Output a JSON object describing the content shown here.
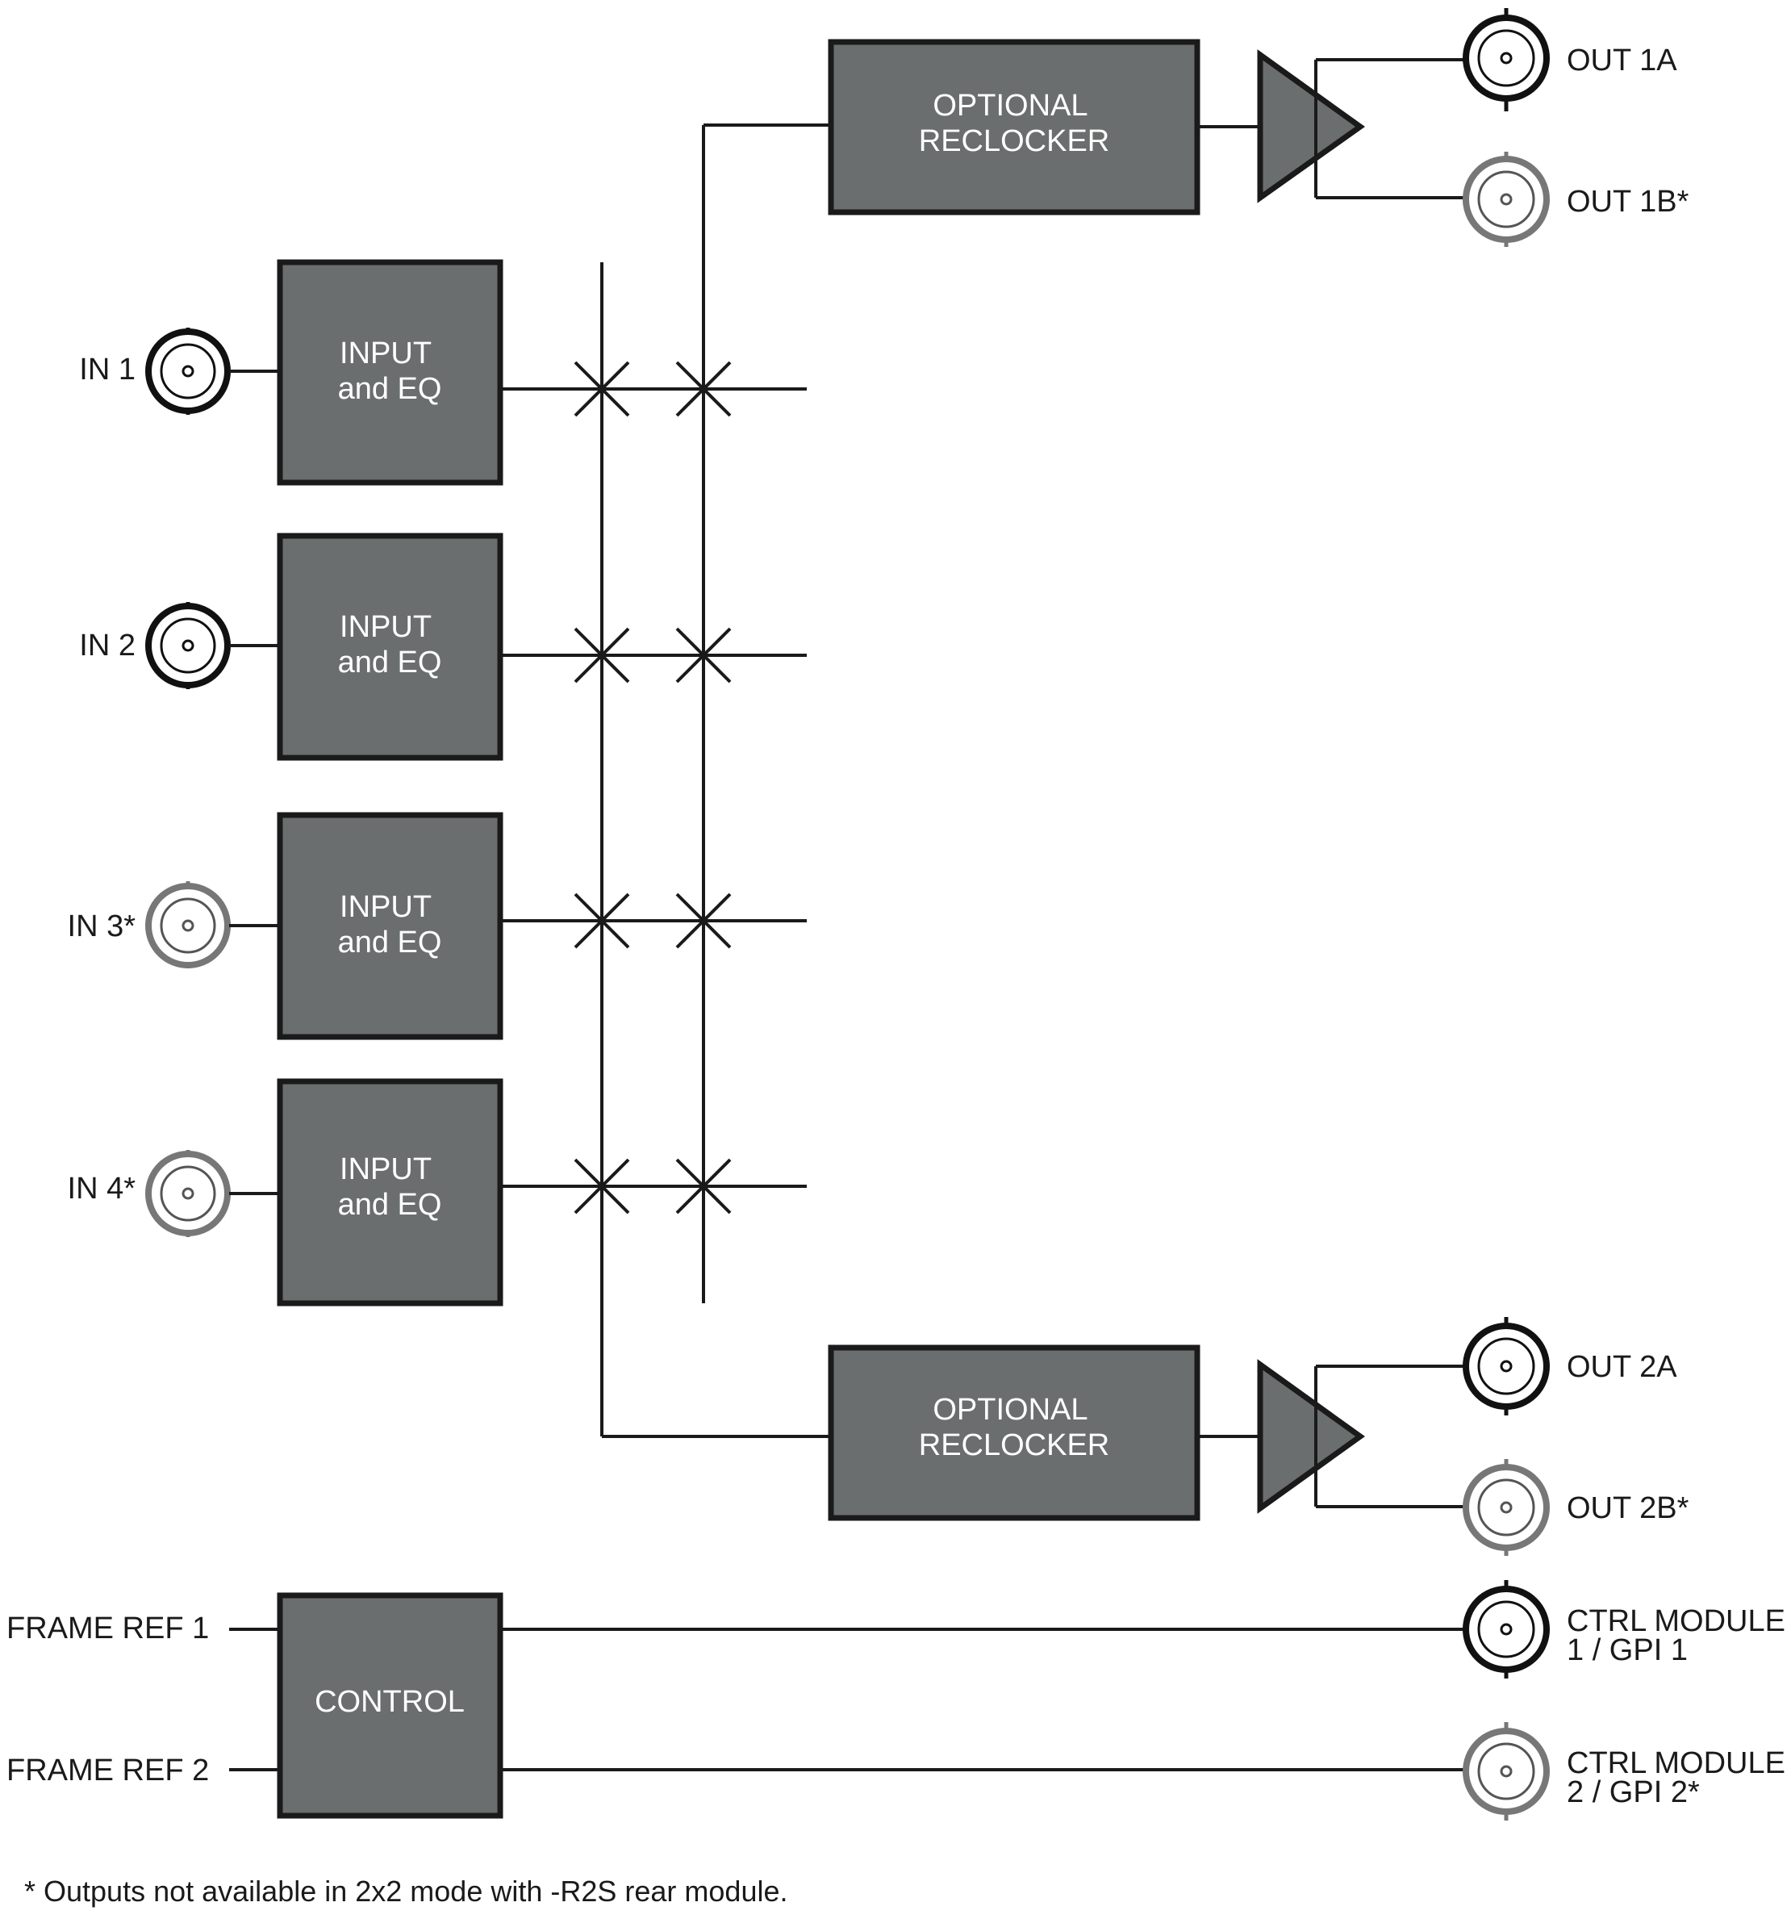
{
  "inputs": [
    {
      "label": "IN 1",
      "optional": false
    },
    {
      "label": "IN 2",
      "optional": false
    },
    {
      "label": "IN 3*",
      "optional": true
    },
    {
      "label": "IN 4*",
      "optional": true
    }
  ],
  "input_block": {
    "line1": "INPUT",
    "line2": "and EQ"
  },
  "reclocker": {
    "line1": "OPTIONAL",
    "line2": "RECLOCKER"
  },
  "outputs": [
    {
      "label": "OUT 1A",
      "optional": false
    },
    {
      "label": "OUT 1B*",
      "optional": true
    },
    {
      "label": "OUT 2A",
      "optional": false
    },
    {
      "label": "OUT 2B*",
      "optional": true
    }
  ],
  "control": {
    "label": "CONTROL",
    "frame_refs": [
      "FRAME REF 1",
      "FRAME REF 2"
    ],
    "outputs": [
      {
        "line1": "CTRL MODULE",
        "line2": "1 / GPI 1",
        "optional": false
      },
      {
        "line1": "CTRL MODULE",
        "line2": "2 / GPI 2*",
        "optional": true
      }
    ]
  },
  "footnote": "* Outputs not available in 2x2 mode with -R2S rear module.",
  "colors": {
    "block_fill": "#6b6e6e",
    "line": "#1a1a1a",
    "connector_standard": "#111111",
    "connector_optional": "#777777"
  }
}
